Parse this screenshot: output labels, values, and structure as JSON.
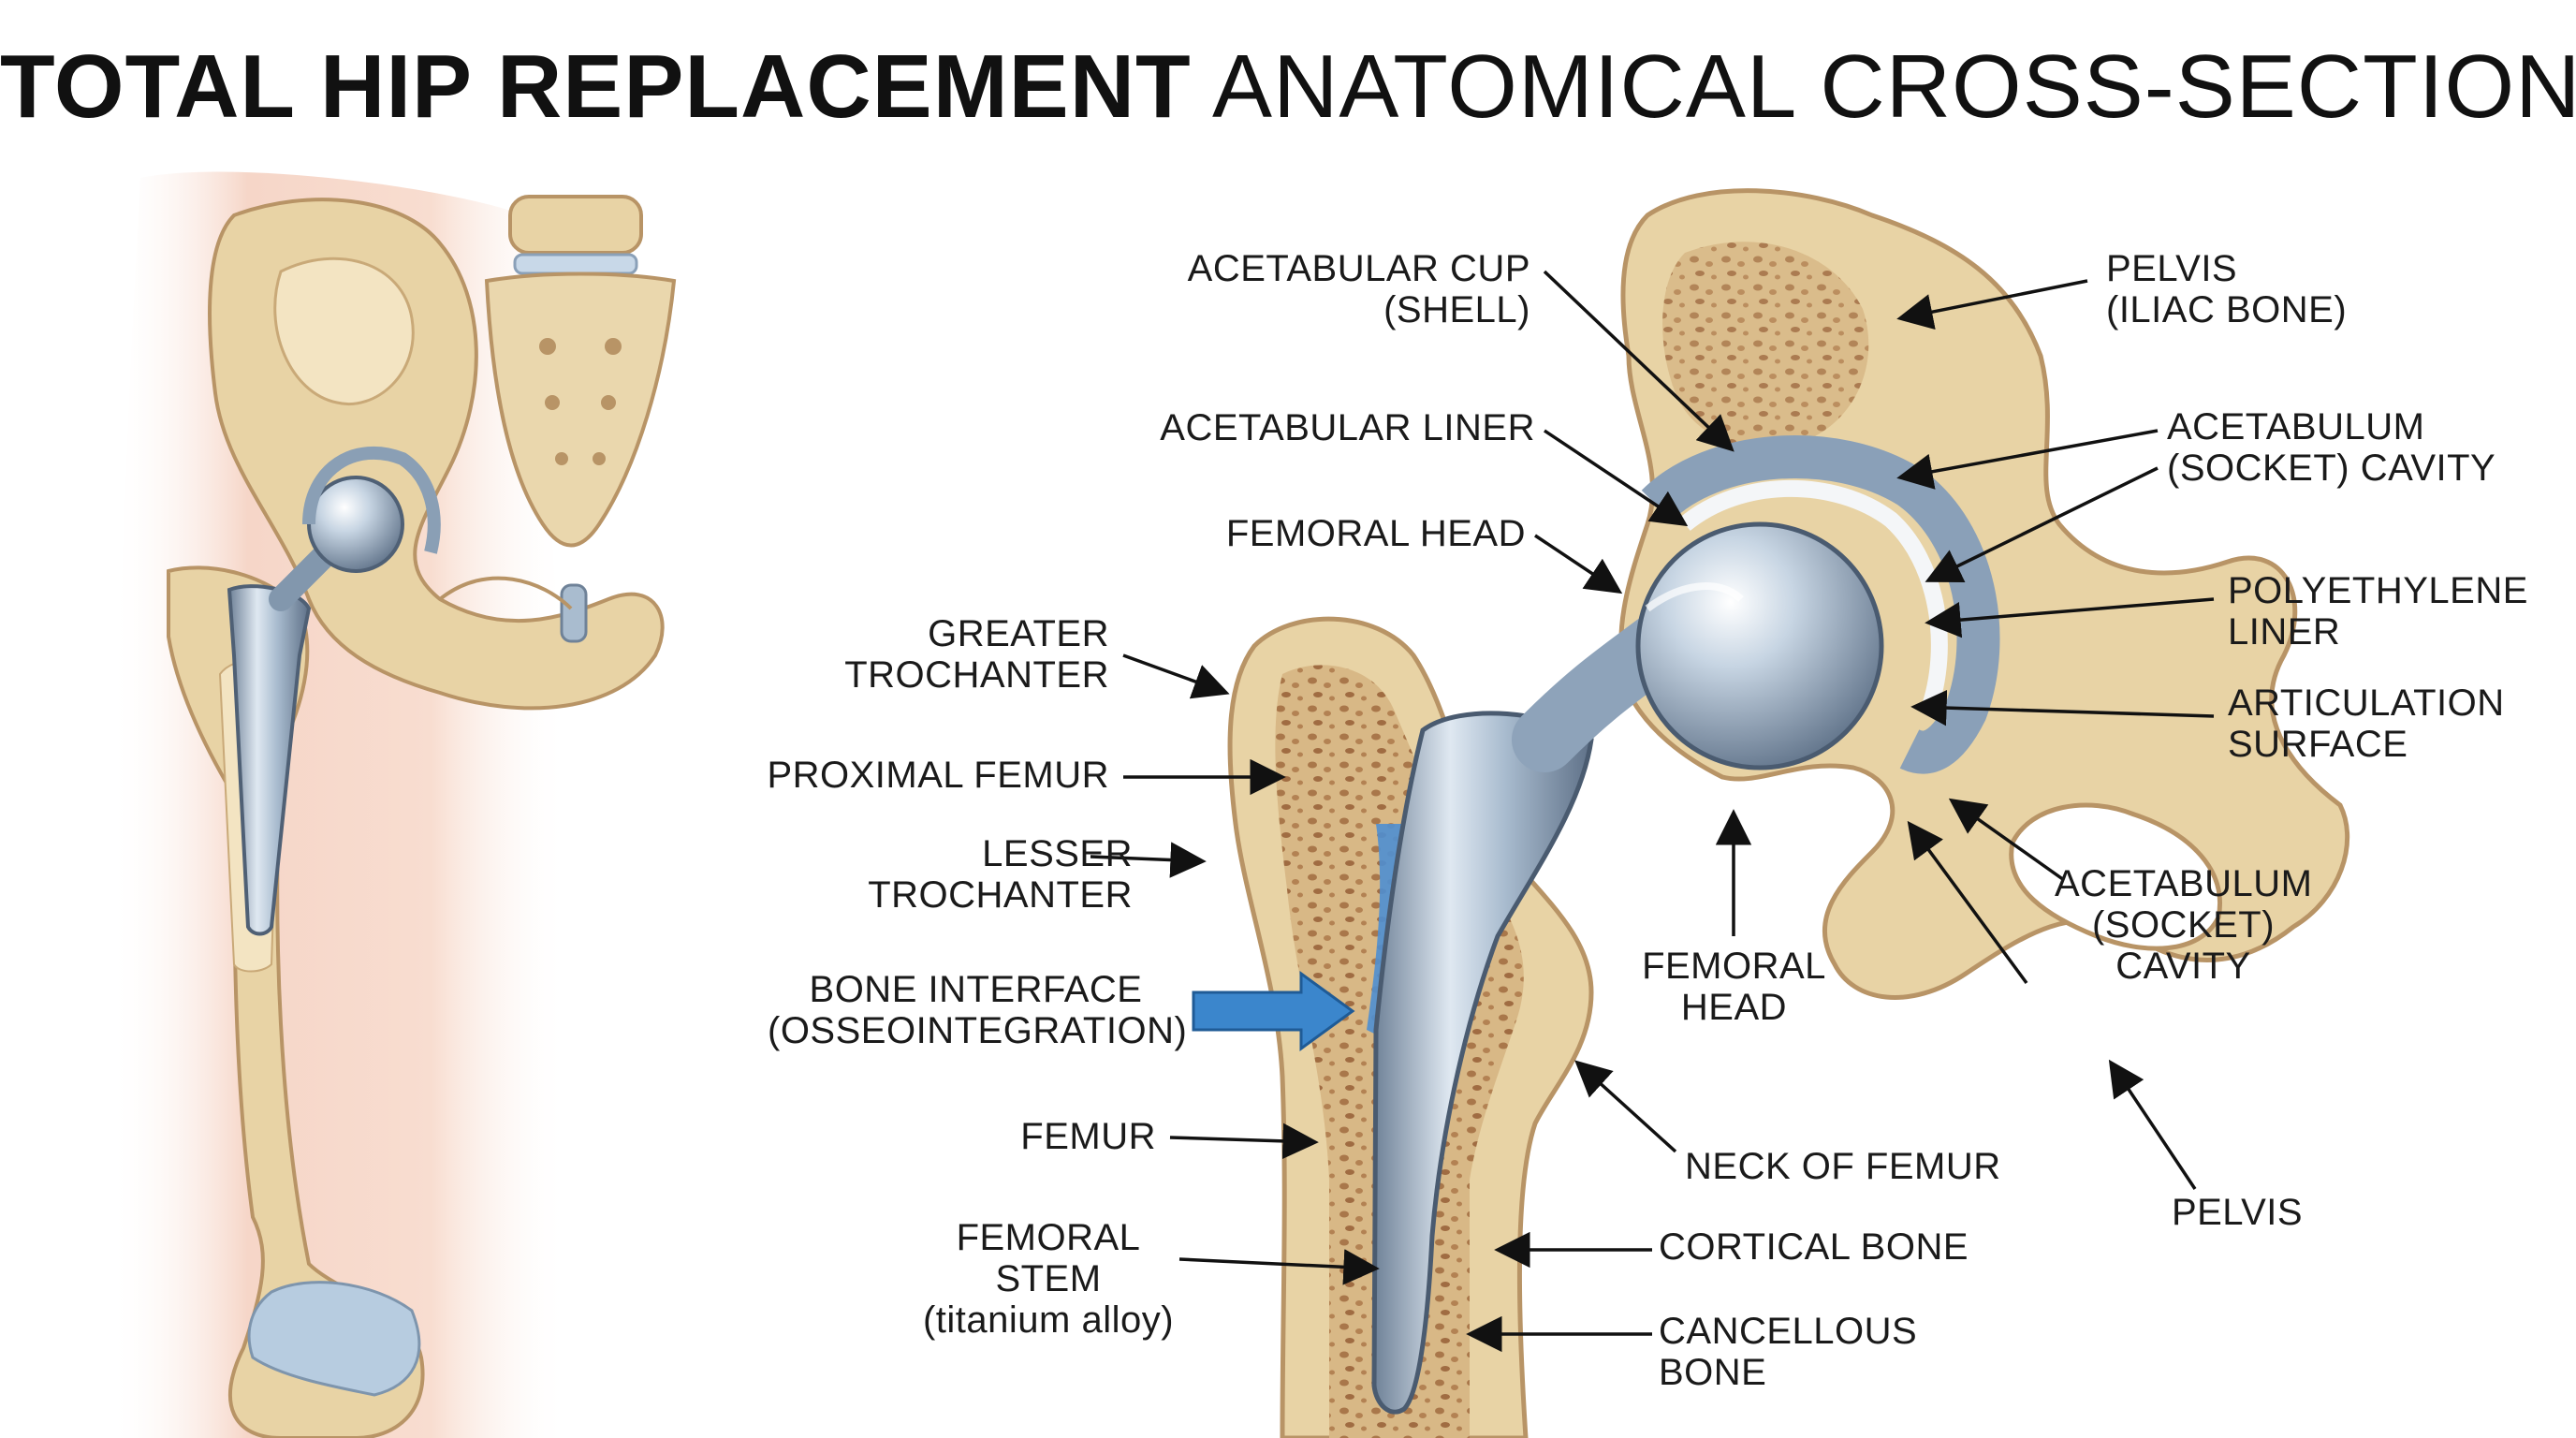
{
  "title": {
    "bold_part": "TOTAL HIP REPLACEMENT",
    "light_part": "ANATOMICAL CROSS-SECTION"
  },
  "colors": {
    "bone": "#e8d3a5",
    "bone_dark": "#c9a978",
    "cancellous": "#b8895a",
    "metal": "#9fb3c8",
    "metal_light": "#dfe8f1",
    "liner": "#f4f6f8",
    "interface_arrow": "#3b86cc",
    "skin": "#f6d6c8"
  },
  "labels": {
    "acetabular_cup": {
      "lines": [
        "ACETABULAR CUP",
        "(SHELL)"
      ]
    },
    "acetabular_liner": {
      "lines": [
        "ACETABULAR LINER"
      ]
    },
    "femoral_head_top": {
      "lines": [
        "FEMORAL HEAD"
      ]
    },
    "greater_trochanter": {
      "lines": [
        "GREATER",
        "TROCHANTER"
      ]
    },
    "proximal_femur": {
      "lines": [
        "PROXIMAL FEMUR"
      ]
    },
    "lesser_trochanter": {
      "lines": [
        "LESSER",
        "TROCHANTER"
      ]
    },
    "bone_interface": {
      "lines": [
        "BONE INTERFACE",
        "(OSSEOINTEGRATION)"
      ]
    },
    "femur": {
      "lines": [
        "FEMUR"
      ]
    },
    "femoral_stem": {
      "lines": [
        "FEMORAL",
        "STEM",
        "(titanium alloy)"
      ]
    },
    "pelvis_iliac": {
      "lines": [
        "PELVIS",
        "(ILIAC BONE)"
      ]
    },
    "acetabulum_cavity_top": {
      "lines": [
        "ACETABULUM",
        "(SOCKET) CAVITY"
      ]
    },
    "polyethylene_liner": {
      "lines": [
        "POLYETHYLENE",
        "LINER"
      ]
    },
    "articulation_surface": {
      "lines": [
        "ARTICULATION",
        "SURFACE"
      ]
    },
    "acetabulum_cavity_low": {
      "lines": [
        "ACETABULUM",
        "(SOCKET)",
        "CAVITY"
      ]
    },
    "femoral_head_low": {
      "lines": [
        "FEMORAL",
        "HEAD"
      ]
    },
    "neck_of_femur": {
      "lines": [
        "NECK OF FEMUR"
      ]
    },
    "cortical_bone": {
      "lines": [
        "CORTICAL BONE"
      ]
    },
    "cancellous_bone": {
      "lines": [
        "CANCELLOUS",
        "BONE"
      ]
    },
    "pelvis_low": {
      "lines": [
        "PELVIS"
      ]
    }
  }
}
